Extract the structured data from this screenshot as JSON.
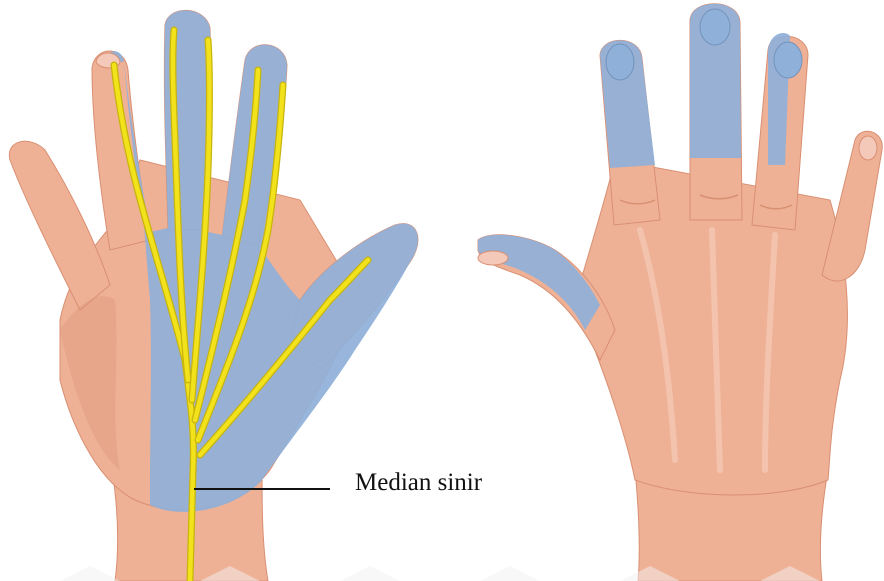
{
  "annotation": {
    "label": "Median sinir"
  },
  "colors": {
    "skin": "#eeb196",
    "skin_shadow": "#d98f72",
    "skin_highlight": "#f6cbb6",
    "nail": "#f4c9b9",
    "sensory_area": "#8fb0d8",
    "nerve": "#f2e21c",
    "nerve_outline": "#c7b40c",
    "pointer_line": "#111111",
    "footer_pattern": "#f1f1f1"
  },
  "figure": {
    "left_view": "palmar",
    "right_view": "dorsal",
    "highlighted_nerve": "median"
  }
}
